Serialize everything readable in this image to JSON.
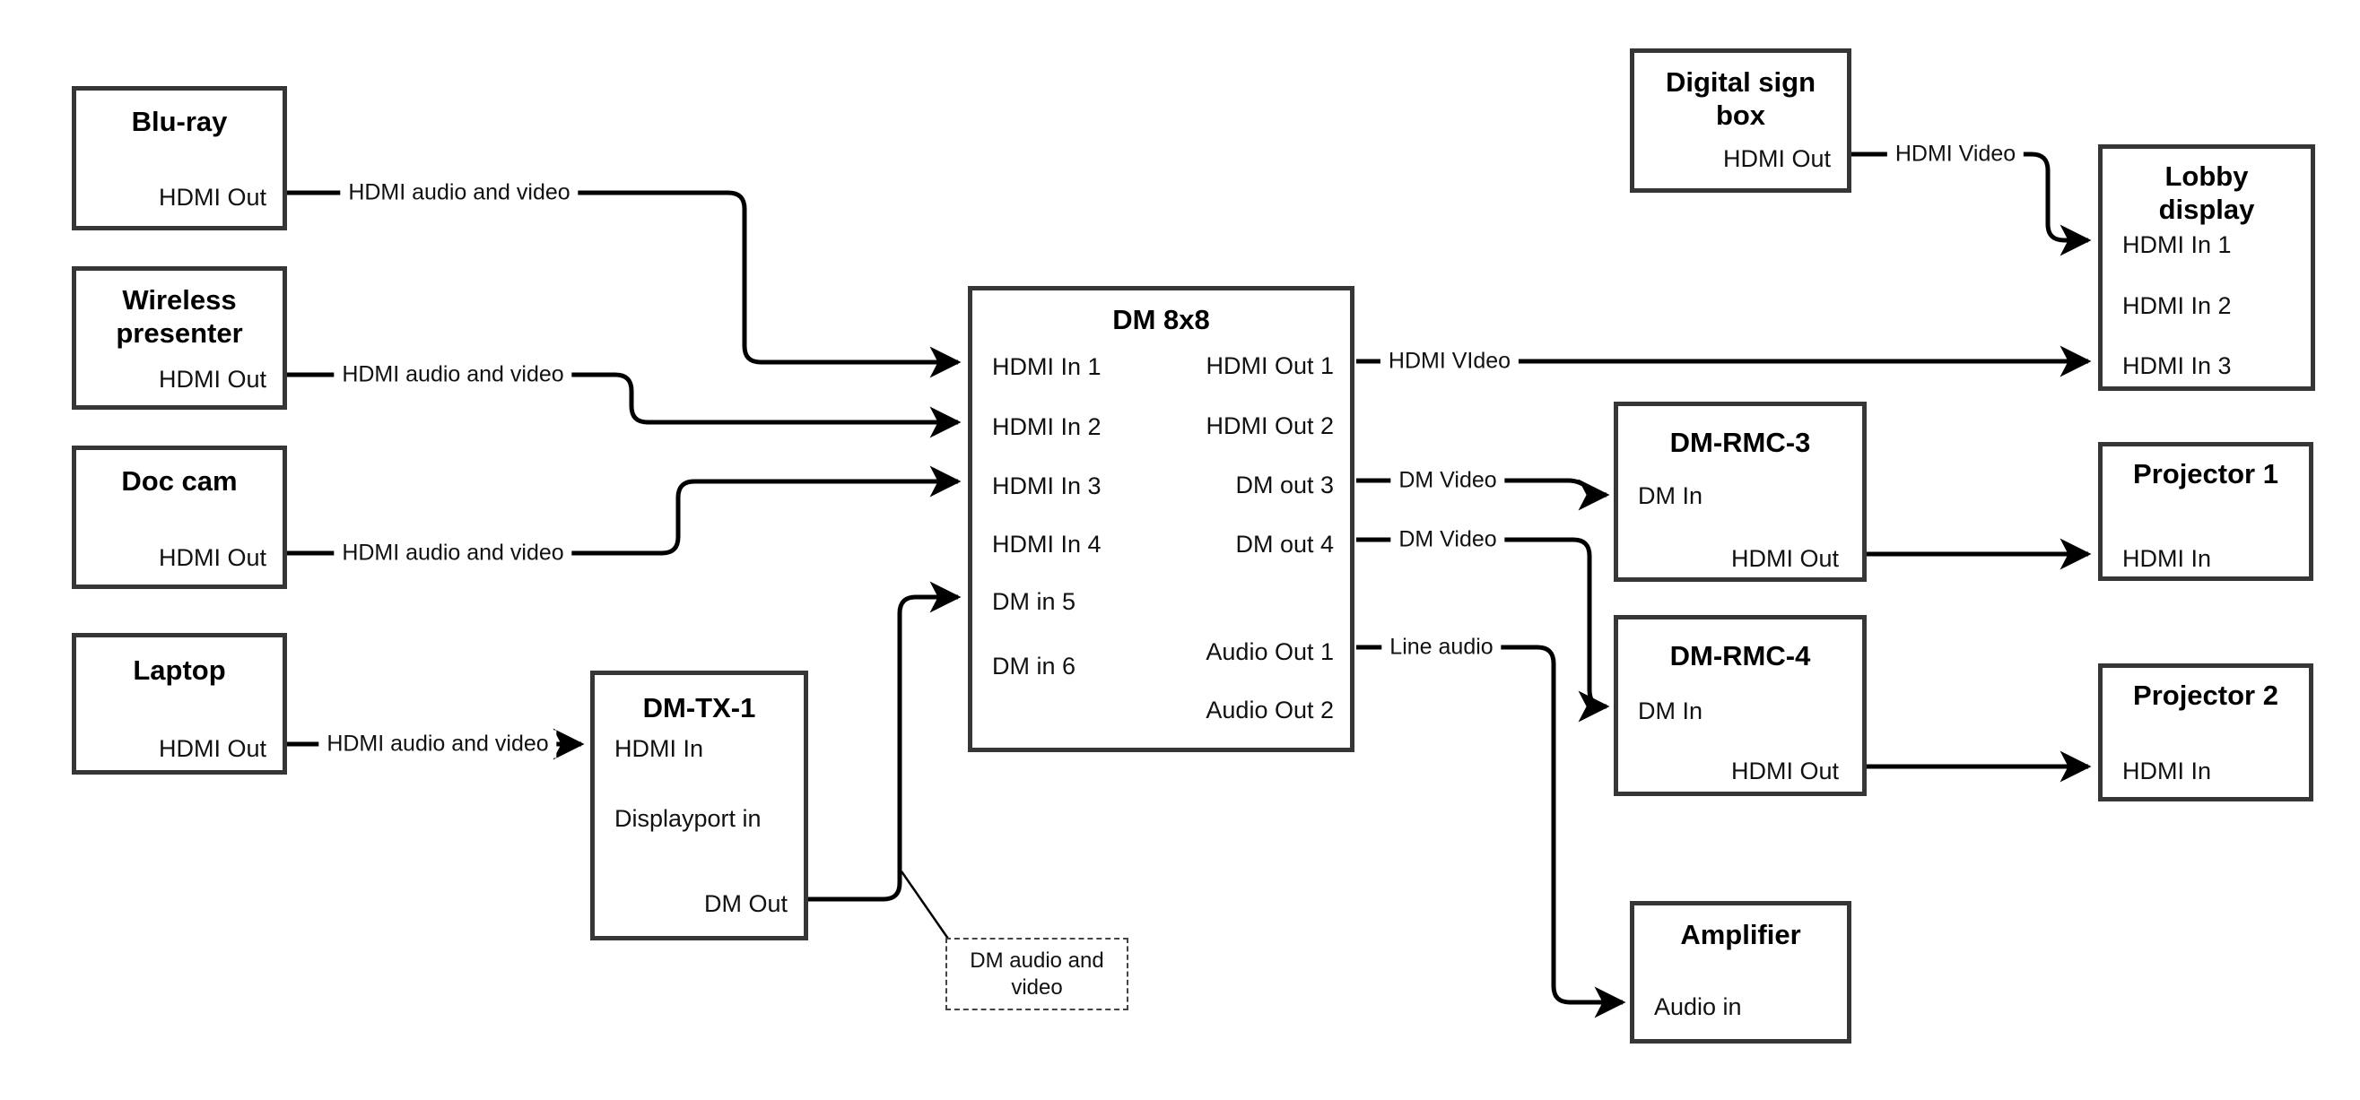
{
  "colors": {
    "wire": "#000000",
    "box_border": "#363636",
    "background": "#ffffff"
  },
  "nodes": {
    "bluray": {
      "title": "Blu-ray",
      "ports": {
        "hdmi_out": "HDMI Out"
      }
    },
    "wireless": {
      "title": "Wireless presenter",
      "ports": {
        "hdmi_out": "HDMI Out"
      }
    },
    "doccam": {
      "title": "Doc cam",
      "ports": {
        "hdmi_out": "HDMI Out"
      }
    },
    "laptop": {
      "title": "Laptop",
      "ports": {
        "hdmi_out": "HDMI Out"
      }
    },
    "dmtx1": {
      "title": "DM-TX-1",
      "ports": {
        "hdmi_in": "HDMI In",
        "displayport_in": "Displayport in",
        "dm_out": "DM Out"
      }
    },
    "dm8x8": {
      "title": "DM 8x8",
      "ports": {
        "hdmi_in_1": "HDMI In 1",
        "hdmi_in_2": "HDMI In 2",
        "hdmi_in_3": "HDMI In 3",
        "hdmi_in_4": "HDMI In 4",
        "dm_in_5": "DM in 5",
        "dm_in_6": "DM in 6",
        "hdmi_out_1": "HDMI Out 1",
        "hdmi_out_2": "HDMI Out 2",
        "dm_out_3": "DM out 3",
        "dm_out_4": "DM out 4",
        "audio_out_1": "Audio Out 1",
        "audio_out_2": "Audio Out 2"
      }
    },
    "digital_sign": {
      "title": "Digital sign box",
      "ports": {
        "hdmi_out": "HDMI Out"
      }
    },
    "lobby": {
      "title": "Lobby display",
      "ports": {
        "hdmi_in_1": "HDMI In 1",
        "hdmi_in_2": "HDMI In 2",
        "hdmi_in_3": "HDMI In 3"
      }
    },
    "dmrmc3": {
      "title": "DM-RMC-3",
      "ports": {
        "dm_in": "DM In",
        "hdmi_out": "HDMI Out"
      }
    },
    "projector1": {
      "title": "Projector 1",
      "ports": {
        "hdmi_in": "HDMI In"
      }
    },
    "dmrmc4": {
      "title": "DM-RMC-4",
      "ports": {
        "dm_in": "DM In",
        "hdmi_out": "HDMI Out"
      }
    },
    "projector2": {
      "title": "Projector 2",
      "ports": {
        "hdmi_in": "HDMI In"
      }
    },
    "amplifier": {
      "title": "Amplifier",
      "ports": {
        "audio_in": "Audio in"
      }
    }
  },
  "edges": {
    "bluray_to_dm": {
      "label": "HDMI audio and video"
    },
    "wireless_to_dm": {
      "label": "HDMI audio and video"
    },
    "doccam_to_dm": {
      "label": "HDMI audio and video"
    },
    "laptop_to_tx": {
      "label": "HDMI audio and video"
    },
    "hdmiout1_to_lobby": {
      "label": "HDMI VIdeo"
    },
    "sign_to_lobby": {
      "label": "HDMI Video"
    },
    "dmout3_to_rmc3": {
      "label": "DM Video"
    },
    "dmout4_to_rmc4": {
      "label": "DM Video"
    },
    "audioout1_to_amp": {
      "label": "Line audio"
    }
  },
  "note": {
    "text": "DM audio and video"
  }
}
